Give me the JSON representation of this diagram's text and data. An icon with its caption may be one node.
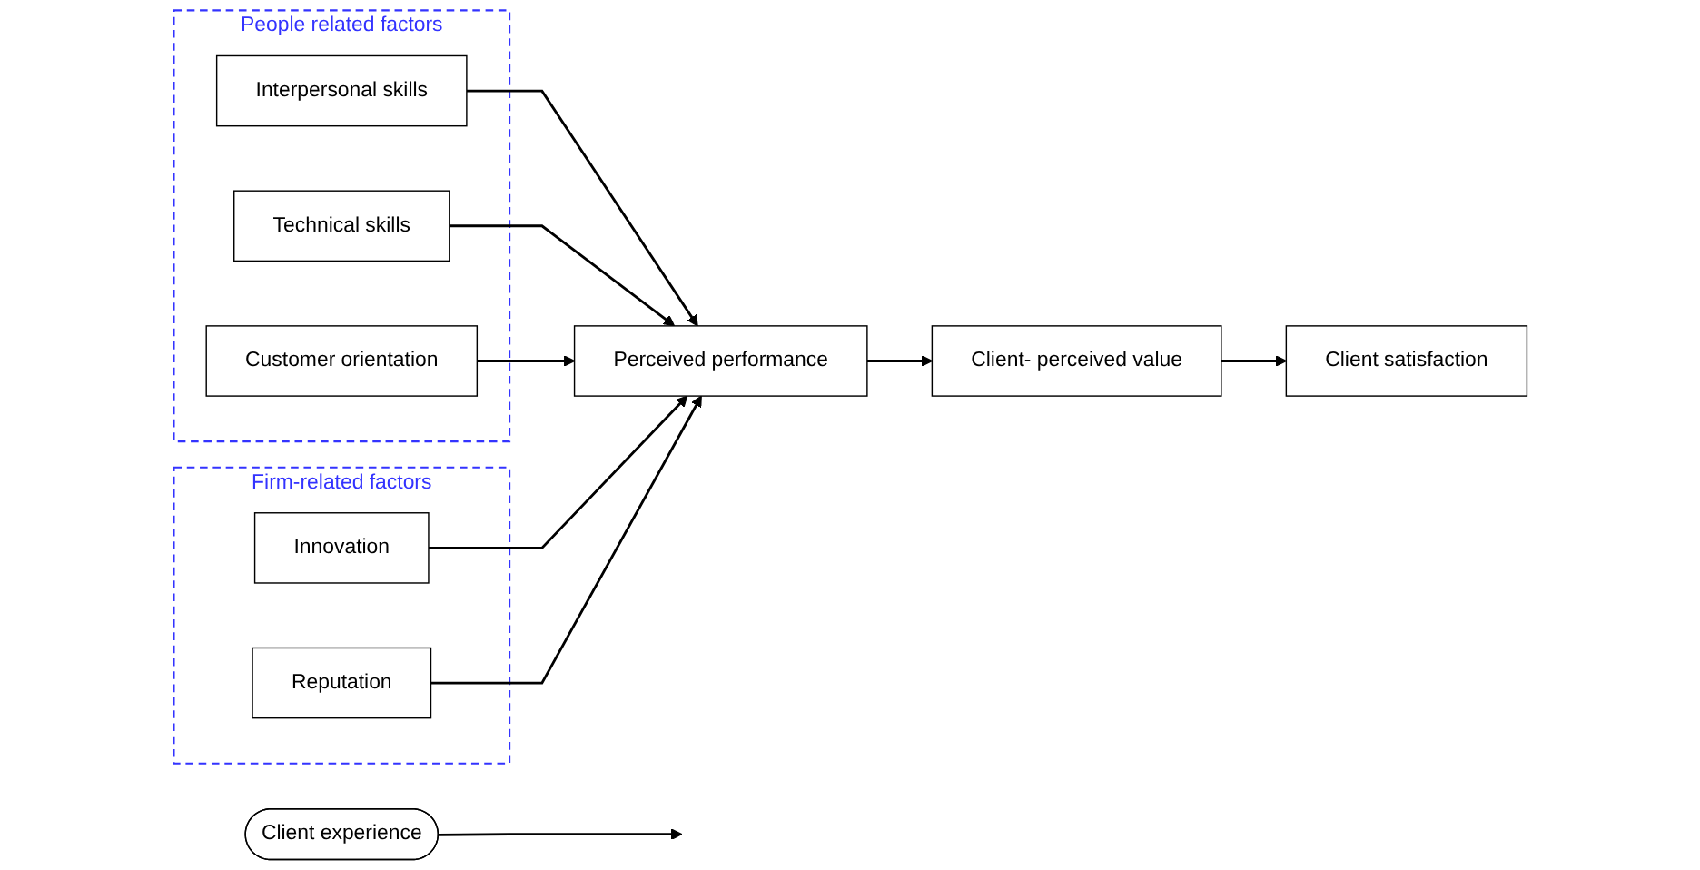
{
  "diagram": {
    "nodes": [
      {
        "text": [
          "People related factors"
        ]
      },
      {
        "text": [
          "Interpersonal skills"
        ],
        "in": 0
      },
      {
        "text": [
          "Technical skills"
        ],
        "in": 0
      },
      {
        "text": [
          "Customer orientation"
        ],
        "in": 0
      },
      {
        "text": [
          "Firm-related factors"
        ]
      },
      {
        "text": [
          "Innovation"
        ],
        "in": 4
      },
      {
        "text": [
          "Reputation"
        ],
        "in": 4
      },
      {
        "text": [
          "Client experience"
        ]
      },
      {
        "text": [
          "Perceived performance"
        ]
      },
      {
        "text": [
          "Client- perceived value"
        ]
      },
      {
        "text": [
          "Client satisfaction"
        ]
      }
    ],
    "edges": [
      {
        "from": 1,
        "to": 8,
        "arrow": "to"
      },
      {
        "from": 2,
        "to": 8,
        "arrow": "to"
      },
      {
        "from": 3,
        "to": 8,
        "arrow": "to"
      },
      {
        "from": 5,
        "to": 8,
        "arrow": "to"
      },
      {
        "from": 6,
        "to": 8,
        "arrow": "to"
      },
      {
        "from": 8,
        "to": 9,
        "arrow": "to"
      },
      {
        "from": 9,
        "to": 10,
        "arrow": "to"
      },
      {
        "from": 7,
        "to": null,
        "arrow": "to"
      }
    ]
  }
}
